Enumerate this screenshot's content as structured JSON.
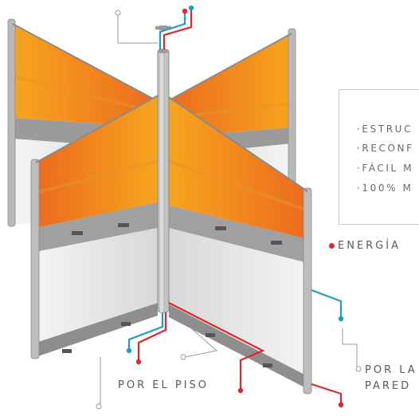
{
  "colors": {
    "panel_light": "#f7a51d",
    "panel_dark": "#ec6a1f",
    "frame": "#b8b8b8",
    "frame_dark": "#8a8a8a",
    "glass": "#ececec",
    "cable_red": "#e0262b",
    "cable_blue": "#1b9ec2",
    "line_gray": "#9a9a9a"
  },
  "features": [
    "·ESTRUC",
    "·RECONF",
    "·FÁCIL M",
    "·100% M"
  ],
  "energy_label": "ENERGÍA",
  "floor_label": "POR EL PISO",
  "wall_label_line1": "POR LA",
  "wall_label_line2": "PARED"
}
